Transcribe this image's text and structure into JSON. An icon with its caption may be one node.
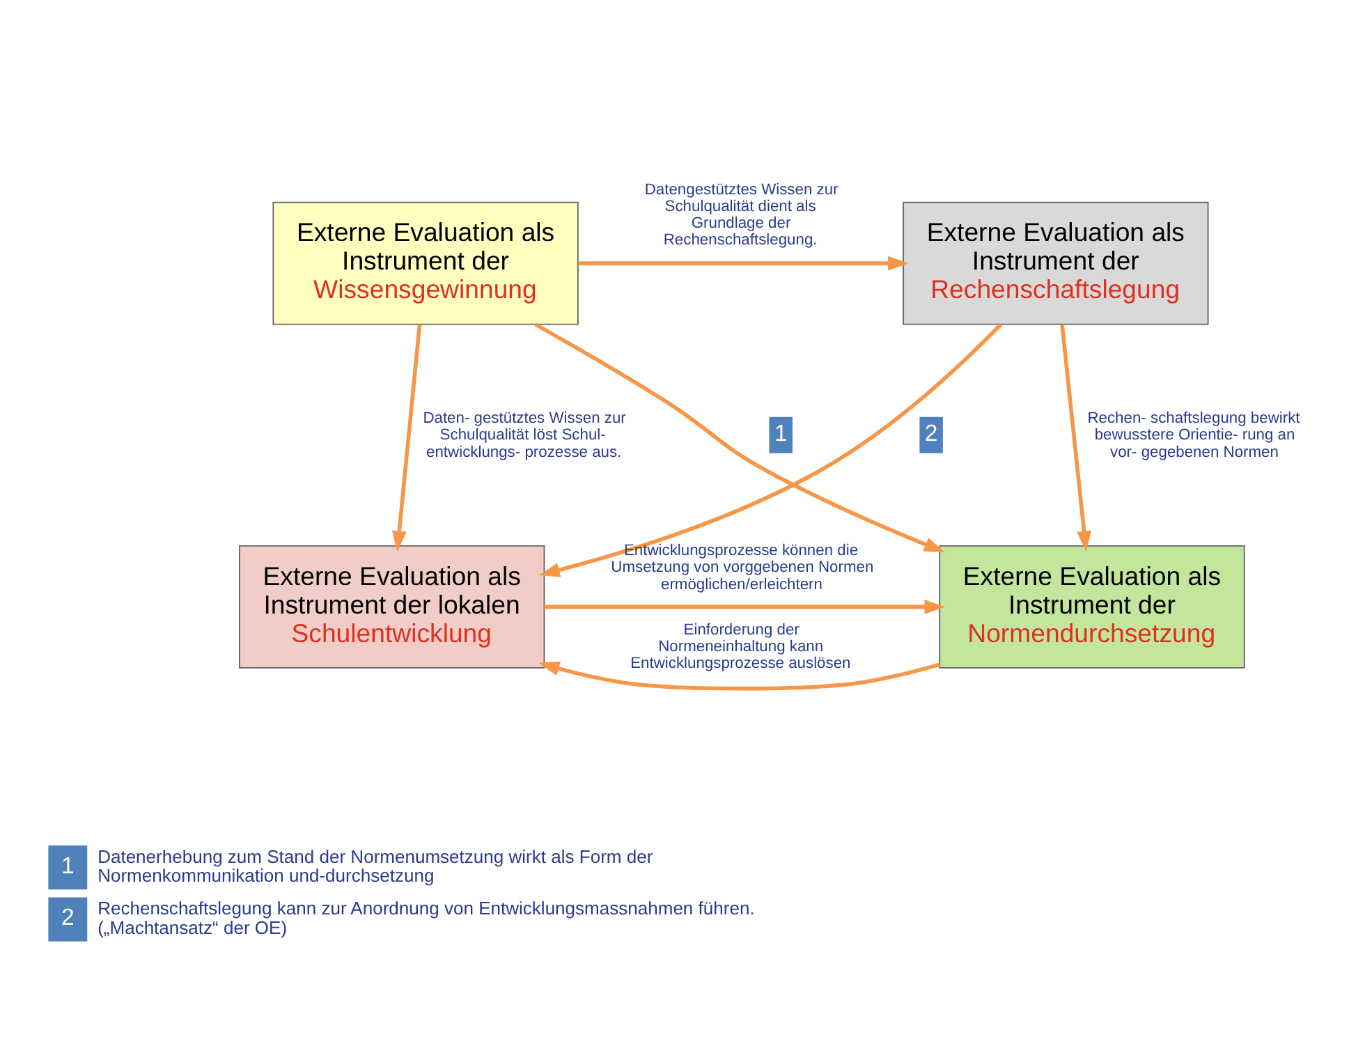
{
  "diagram": {
    "nodes": [
      {
        "text": [
          "Externe Evaluation als Instrument der",
          "Wissensgewinnung"
        ]
      },
      {
        "text": [
          "Externe Evaluation als Instrument der",
          "Rechenschaftslegung"
        ]
      },
      {
        "text": [
          "Externe Evaluation als Instrument der lokalen",
          "Schulentwicklung"
        ]
      },
      {
        "text": [
          "Externe Evaluation als Instrument der",
          "Normendurchsetzung"
        ]
      }
    ],
    "edges": [
      {
        "from": 0,
        "to": 1,
        "arrow": "to",
        "label": "Datengestütztes Wissen zur Schulqualität dient als Grundlage der Rechenschaftslegung."
      },
      {
        "from": 0,
        "to": 2,
        "arrow": "to",
        "label": "Daten- gestütztes Wissen zur Schulqualität löst Schul- entwicklungs- prozesse aus."
      },
      {
        "from": 0,
        "to": 3,
        "arrow": "to",
        "label": "1"
      },
      {
        "from": 1,
        "to": 2,
        "arrow": "to",
        "label": "2"
      },
      {
        "from": 1,
        "to": 3,
        "arrow": "to",
        "label": "Rechen- schaftslegung bewirkt bewusstere Orientie- rung an vor- gegebenen Normen"
      },
      {
        "from": 2,
        "to": 3,
        "arrow": "to",
        "label": "Entwicklungsprozesse können die Umsetzung von vorggebenen Normen ermöglichen/erleichtern"
      },
      {
        "from": 3,
        "to": 2,
        "arrow": "to",
        "label": "Einforderung der Normeneinhaltung kann Entwicklungsprozesse auslösen"
      }
    ],
    "labels": [
      "1",
      "Datenerhebung zum Stand der Normenumsetzung wirkt als Form der Normenkommunikation und-durchsetzung",
      "2",
      "Rechenschaftslegung kann zur Anordnung von Entwicklungsmassnahmen führen. („Machtansatz“ der OE)"
    ]
  }
}
